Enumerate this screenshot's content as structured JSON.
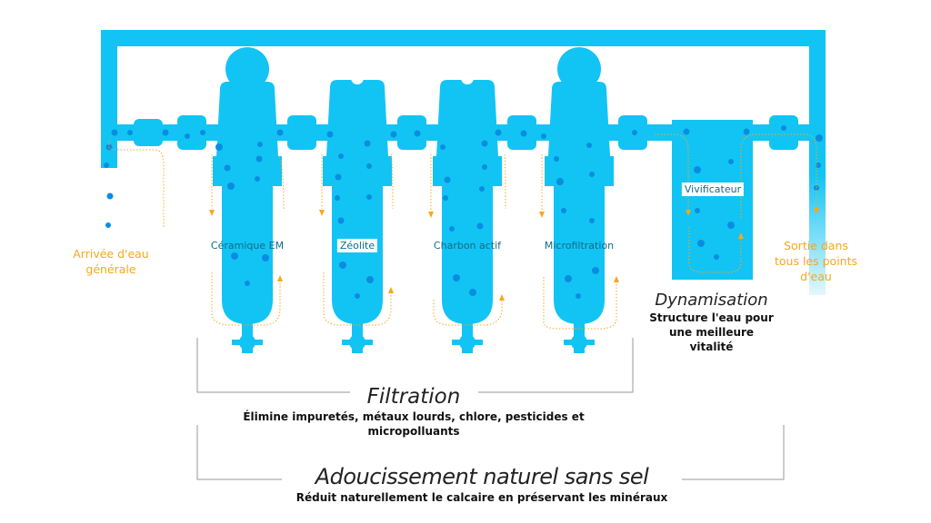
{
  "colors": {
    "water": "#12c4f3",
    "bubble": "#0a8de0",
    "flow_arrow": "#f7a81b",
    "label_text": "#0e6c8c",
    "bracket_line": "#9a9a9a"
  },
  "inlet": {
    "label_line1": "Arrivée d'eau",
    "label_line2": "générale"
  },
  "outlet": {
    "label_line1": "Sortie dans",
    "label_line2": "tous les points",
    "label_line3": "d'eau"
  },
  "tanks": [
    {
      "label": "Céramique EM",
      "top": "round-cap"
    },
    {
      "label": "Zéolite",
      "top": "notched-cap"
    },
    {
      "label": "Charbon actif",
      "top": "notched-cap"
    },
    {
      "label": "Microfiltration",
      "top": "round-cap"
    }
  ],
  "vivificateur": {
    "label": "Vivificateur"
  },
  "dynamisation": {
    "title": "Dynamisation",
    "desc_line1": "Structure l'eau pour",
    "desc_line2": "une meilleure",
    "desc_line3": "vitalité"
  },
  "filtration": {
    "title": "Filtration",
    "desc_line1": "Élimine impuretés, métaux lourds, chlore, pesticides et",
    "desc_line2": "micropolluants"
  },
  "adoucissement": {
    "title": "Adoucissement naturel sans sel",
    "desc": "Réduit naturellement le calcaire en préservant les minéraux"
  }
}
